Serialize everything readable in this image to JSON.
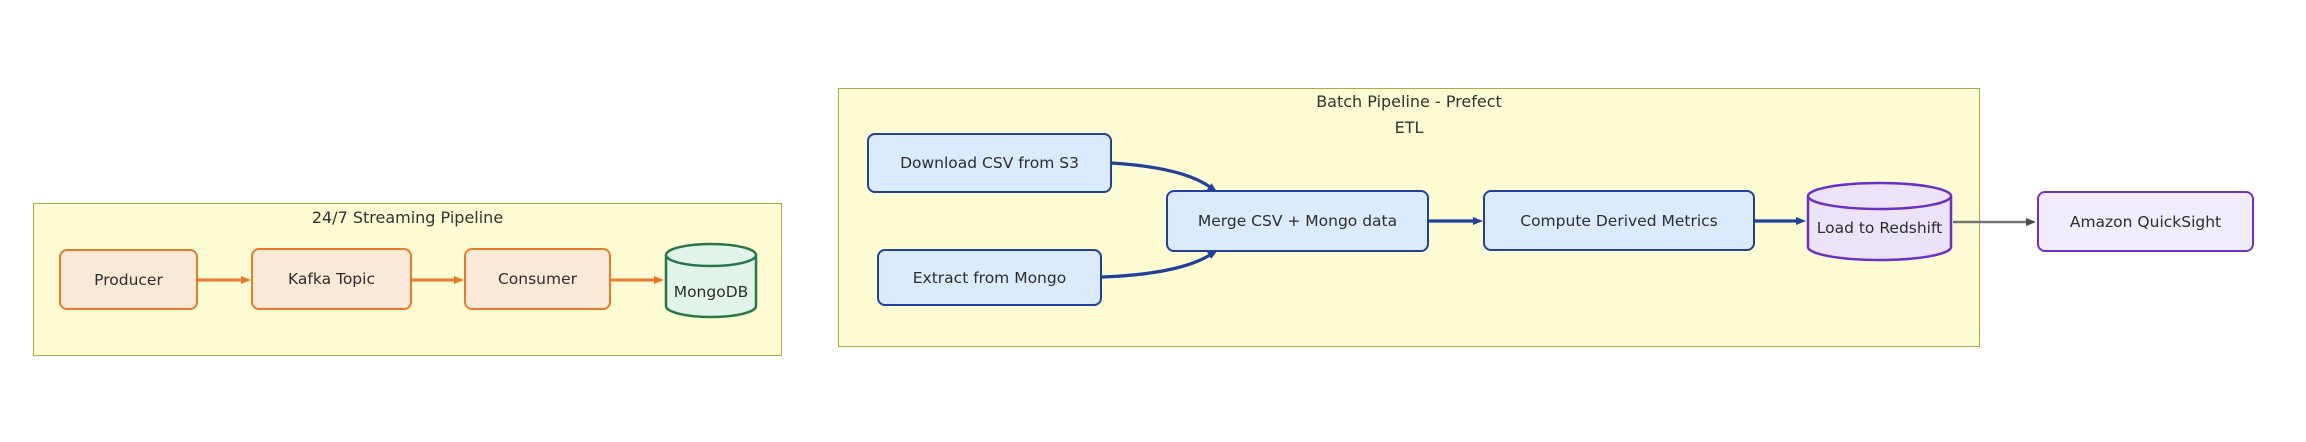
{
  "subgraphs": {
    "streaming": {
      "title": "24/7 Streaming Pipeline"
    },
    "batch": {
      "title": "Batch Pipeline - Prefect",
      "subtitle": "ETL"
    }
  },
  "nodes": {
    "producer": {
      "label": "Producer"
    },
    "kafka_topic": {
      "label": "Kafka Topic"
    },
    "consumer": {
      "label": "Consumer"
    },
    "mongodb": {
      "label": "MongoDB",
      "shape": "cylinder"
    },
    "download_csv": {
      "label": "Download CSV from S3"
    },
    "extract_mongo": {
      "label": "Extract from Mongo"
    },
    "merge": {
      "label": "Merge CSV + Mongo data"
    },
    "compute": {
      "label": "Compute Derived Metrics"
    },
    "redshift": {
      "label": "Load to Redshift",
      "shape": "cylinder"
    },
    "quicksight": {
      "label": "Amazon QuickSight"
    }
  },
  "edges": [
    {
      "from": "Producer",
      "to": "Kafka Topic",
      "color": "#e87a2e"
    },
    {
      "from": "Kafka Topic",
      "to": "Consumer",
      "color": "#e87a2e"
    },
    {
      "from": "Consumer",
      "to": "MongoDB",
      "color": "#e87a2e"
    },
    {
      "from": "Download CSV from S3",
      "to": "Merge CSV + Mongo data",
      "color": "#20409a"
    },
    {
      "from": "Extract from Mongo",
      "to": "Merge CSV + Mongo data",
      "color": "#20409a"
    },
    {
      "from": "Merge CSV + Mongo data",
      "to": "Compute Derived Metrics",
      "color": "#20409a"
    },
    {
      "from": "Compute Derived Metrics",
      "to": "Load to Redshift",
      "color": "#20409a"
    },
    {
      "from": "Load to Redshift",
      "to": "Amazon QuickSight",
      "color": "#757575"
    }
  ],
  "colors": {
    "background": "#ffffff",
    "subgraph_fill": "#fcfbd2",
    "subgraph_stroke": "#aeaa45",
    "orange_node_fill": "#fbe9d7",
    "orange_stroke": "#e87a2e",
    "green_fill": "#e2f4e9",
    "green_stroke": "#27764a",
    "blue_fill": "#dbeafd",
    "blue_stroke": "#20409a",
    "navy_arrow": "#20409a",
    "purple_cylinder_fill": "#eae3fa",
    "purple_cylinder_stroke": "#6b2fc3",
    "quicksight_fill": "#f1ecfb",
    "quicksight_stroke": "#6d30cf",
    "gray_arrow": "#757575",
    "text": "#2d2d2d"
  }
}
